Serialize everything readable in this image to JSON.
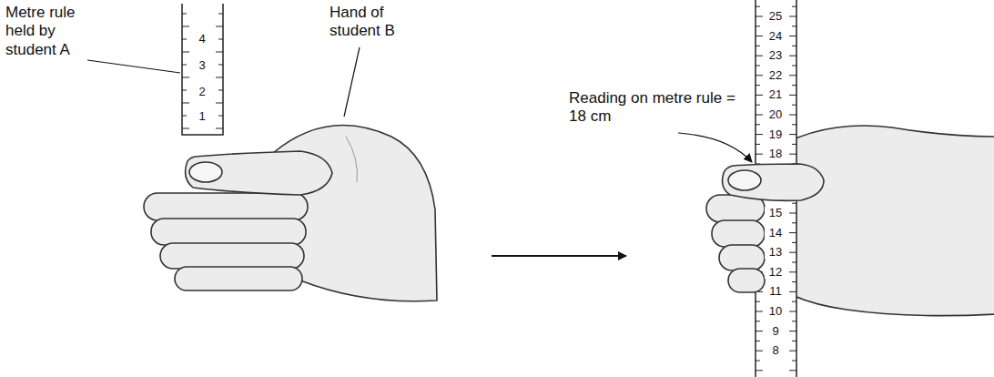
{
  "diagram": {
    "labels": [
      "Metre rule held by student A",
      "Hand of student B",
      "Reading on metre rule = 18 cm",
      "4",
      "3",
      "2",
      "1",
      "25",
      "24",
      "23",
      "22",
      "21",
      "20",
      "19",
      "18",
      "15",
      "14",
      "13",
      "12",
      "11",
      "10",
      "9",
      "8"
    ]
  }
}
